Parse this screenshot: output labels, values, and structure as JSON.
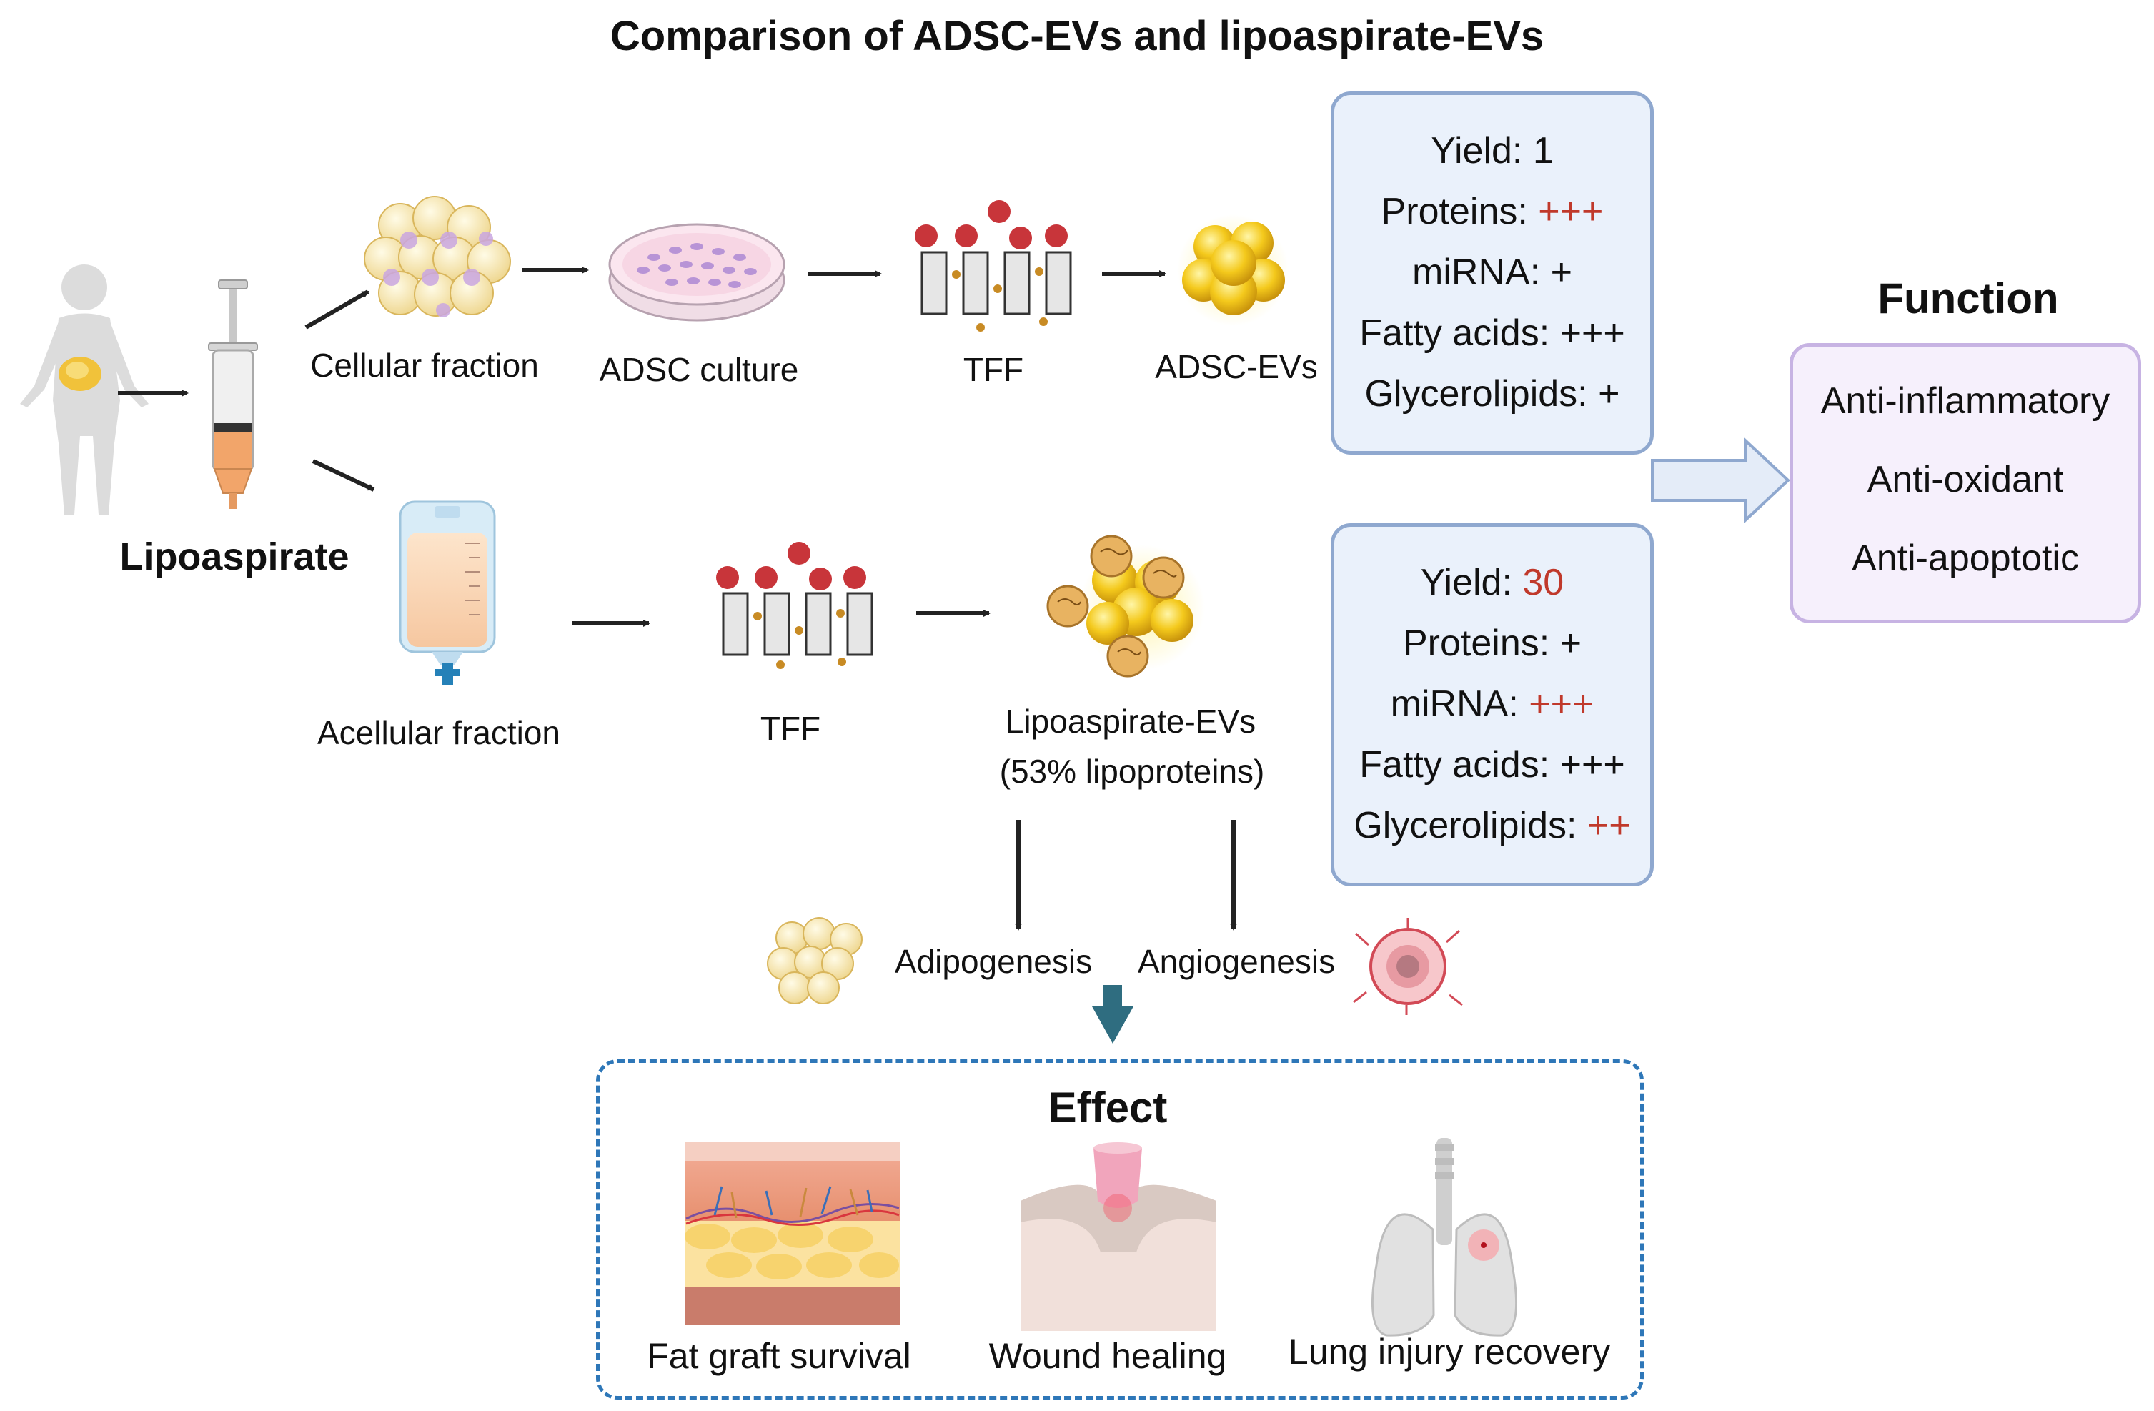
{
  "title": "Comparison of ADSC-EVs and lipoaspirate-EVs",
  "source": {
    "label": "Lipoaspirate"
  },
  "top_path": {
    "steps": [
      "Cellular fraction",
      "ADSC culture",
      "TFF",
      "ADSC-EVs"
    ]
  },
  "bottom_path": {
    "steps": [
      "Acellular fraction",
      "TFF",
      "Lipoaspirate-EVs",
      "(53% lipoproteins)"
    ]
  },
  "adsc_stats": [
    {
      "label": "Yield: ",
      "value": "1",
      "highlight": false
    },
    {
      "label": "Proteins: ",
      "value": "+++",
      "highlight": true
    },
    {
      "label": "miRNA: ",
      "value": "+",
      "highlight": false
    },
    {
      "label": "Fatty acids: ",
      "value": "+++",
      "highlight": false
    },
    {
      "label": "Glycerolipids: ",
      "value": "+",
      "highlight": false
    }
  ],
  "lipo_stats": [
    {
      "label": "Yield: ",
      "value": "30",
      "highlight": true
    },
    {
      "label": "Proteins: ",
      "value": "+",
      "highlight": false
    },
    {
      "label": "miRNA: ",
      "value": "+++",
      "highlight": true
    },
    {
      "label": "Fatty acids: ",
      "value": "+++",
      "highlight": false
    },
    {
      "label": "Glycerolipids: ",
      "value": "++",
      "highlight": true
    }
  ],
  "function": {
    "heading": "Function",
    "items": [
      "Anti-inflammatory",
      "Anti-oxidant",
      "Anti-apoptotic"
    ]
  },
  "processes": {
    "left": "Adipogenesis",
    "right": "Angiogenesis"
  },
  "effect": {
    "heading": "Effect",
    "items": [
      "Fat graft survival",
      "Wound healing",
      "Lung injury recovery"
    ]
  },
  "colors": {
    "highlight": "#c0392b",
    "stat_border": "#8fa8cf",
    "function_border": "#c7b3e3",
    "effect_border": "#2e77b8",
    "big_arrow": "#2f6d80"
  }
}
